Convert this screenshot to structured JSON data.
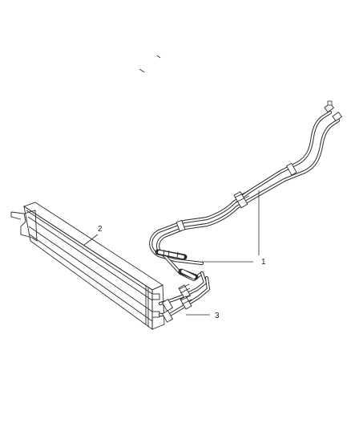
{
  "callouts": [
    {
      "id": "1",
      "label": "1"
    },
    {
      "id": "2",
      "label": "2"
    },
    {
      "id": "3",
      "label": "3"
    }
  ],
  "colors": {
    "line": "#2a2a2a",
    "background": "#ffffff"
  }
}
